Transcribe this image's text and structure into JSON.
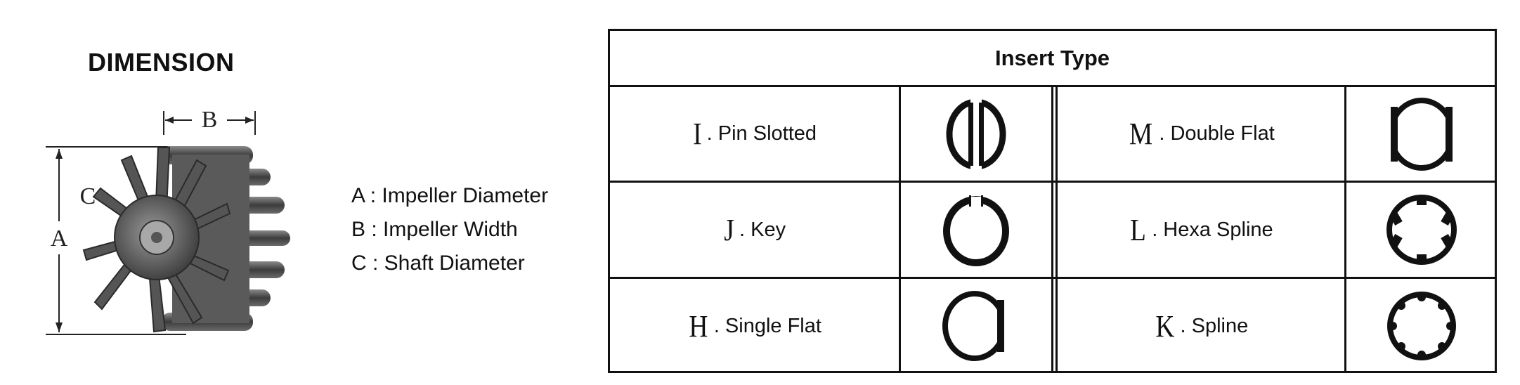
{
  "dimension": {
    "title": "DIMENSION",
    "labels": {
      "a": "A",
      "b": "B",
      "c": "C"
    },
    "legend": [
      "A : Impeller Diameter",
      "B : Impeller Width",
      "C : Shaft Diameter"
    ]
  },
  "insert_table": {
    "header": "Insert Type",
    "rows": [
      {
        "left": {
          "letter": "I",
          "name": ". Pin Slotted",
          "icon": "pin-slotted-icon"
        },
        "right": {
          "letter": "M",
          "name": ". Double Flat",
          "icon": "double-flat-icon"
        }
      },
      {
        "left": {
          "letter": "J",
          "name": ". Key",
          "icon": "key-icon"
        },
        "right": {
          "letter": "L",
          "name": ". Hexa Spline",
          "icon": "hexa-spline-icon"
        }
      },
      {
        "left": {
          "letter": "H",
          "name": ". Single Flat",
          "icon": "single-flat-icon"
        },
        "right": {
          "letter": "K",
          "name": ". Spline",
          "icon": "spline-icon"
        }
      }
    ]
  }
}
